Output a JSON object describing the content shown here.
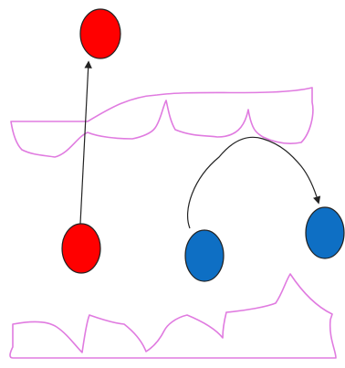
{
  "colors": {
    "red_ball": "#ff0000",
    "blue_ball": "#0e6fc4",
    "membrane_outline": "#e07be0",
    "arrow": "#222222",
    "background": "#ffffff"
  },
  "elements": {
    "top_membrane": {
      "shape": "zigzag-outline"
    },
    "bottom_membrane": {
      "shape": "zigzag-outline"
    },
    "red_ball_top": {
      "color": "red"
    },
    "red_ball_bottom": {
      "color": "red"
    },
    "blue_ball_left": {
      "color": "blue"
    },
    "blue_ball_right": {
      "color": "blue"
    },
    "straight_arrow": {
      "from": "red_ball_bottom",
      "to": "red_ball_top"
    },
    "curved_arrow": {
      "from": "blue_ball_left",
      "to": "blue_ball_right"
    }
  }
}
